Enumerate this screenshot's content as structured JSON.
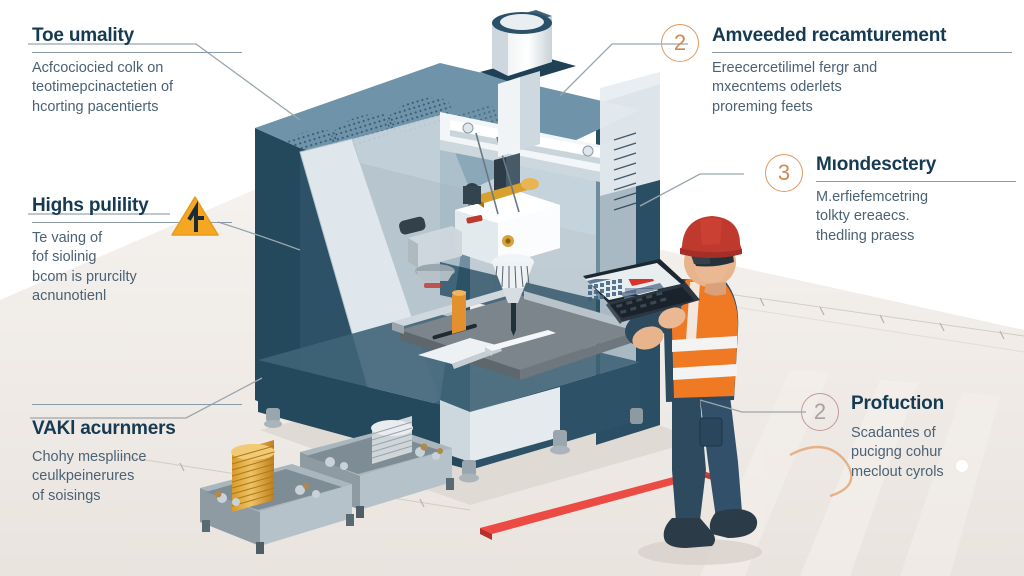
{
  "meta": {
    "scene_title": "cnc-machining-workshop-infographic",
    "background_color": "#ffffff",
    "floor_color": "#e8e3de",
    "accent_orange": "#e2995e",
    "accent_red": "#e8443c",
    "machine_dark": "#2d5268",
    "machine_mid": "#6f93a8",
    "machine_light": "#dfe7ec",
    "title_color": "#153a52",
    "body_color": "#4b6275",
    "rule_color": "#8a9aa6",
    "connector_color": "#9aa6ae"
  },
  "callouts": [
    {
      "id": "quality",
      "title": "Toe umality",
      "rule": "below",
      "badge": null,
      "icon": null,
      "body": [
        "Acfcociocied colk on",
        "teotimepcinactetien of",
        "hcorting pacentierts"
      ]
    },
    {
      "id": "high-ability",
      "title": "Highs pulility",
      "rule": "below",
      "badge": null,
      "icon": "warning-triangle-icon",
      "body": [
        "Te vaing of",
        "fof siolinig",
        "bcom is prurcilty",
        "acnunotienl"
      ]
    },
    {
      "id": "vaki-accumulators",
      "title": "VAKl acurnmers",
      "rule": "above",
      "badge": null,
      "icon": null,
      "body": [
        "Chohy mespliince",
        "ceulkpeinerures",
        "of soisings"
      ]
    },
    {
      "id": "advanced-measurement",
      "title": "Amveeded recamturement",
      "rule": "below",
      "badge": "2",
      "badge_style": "orange",
      "icon": null,
      "body": [
        "Ereecercetilimel fergr and",
        "mxecntems oderlets",
        "proreming feets"
      ]
    },
    {
      "id": "monitoring",
      "title": "Mıondesctery",
      "rule": "below",
      "badge": "3",
      "badge_style": "orange",
      "icon": null,
      "body": [
        "M.erfiefemcetring",
        "tolkty ereaecs.",
        "thedling praess"
      ]
    },
    {
      "id": "production",
      "title": "Profuction",
      "rule": "none",
      "badge": "2",
      "badge_style": "muted",
      "icon": null,
      "body": [
        "Scadantes of",
        "pucigng cohur",
        "meclout cyrols"
      ]
    }
  ],
  "scene_objects": [
    {
      "name": "cnc-milling-machine",
      "label": "CNC milling machine enclosure"
    },
    {
      "name": "machine-spindle-head",
      "label": "Spindle head with tool holder"
    },
    {
      "name": "machine-worktable",
      "label": "Machine worktable with workpiece"
    },
    {
      "name": "exhaust-stack",
      "label": "Exhaust stack on top of machine"
    },
    {
      "name": "ventilation-grilles",
      "label": "Perforated ventilation grilles"
    },
    {
      "name": "worker-operator",
      "label": "Operator in hi-vis vest and hard hat"
    },
    {
      "name": "laptop-terminal",
      "label": "Laptop showing control dashboard"
    },
    {
      "name": "parts-bin-gold",
      "label": "Parts bin with stacked brass discs"
    },
    {
      "name": "parts-bin-silver",
      "label": "Parts bin with stacked steel discs"
    },
    {
      "name": "floor-safety-stripe",
      "label": "Red floor safety marking stripe"
    }
  ],
  "worker": {
    "helmet_color": "#c0392f",
    "vest_color": "#f07a24",
    "uniform_color": "#2d4a5e",
    "skin_color": "#e8b48c",
    "boot_color": "#2b3b47"
  }
}
